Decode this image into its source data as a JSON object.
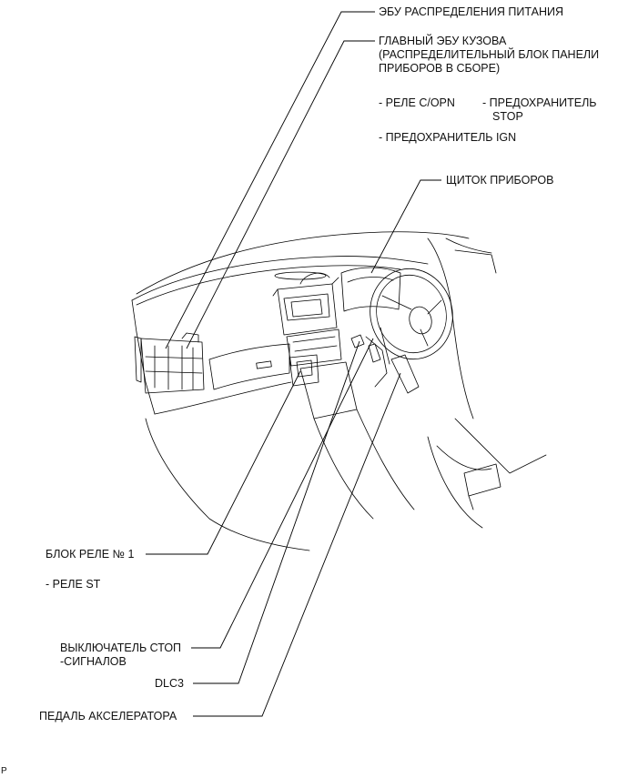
{
  "labels": {
    "power_dist_ecu": "ЭБУ РАСПРЕДЕЛЕНИЯ ПИТАНИЯ",
    "main_body_ecu_1": "ГЛАВНЫЙ ЭБУ КУЗОВА",
    "main_body_ecu_2": "(РАСПРЕДЕЛИТЕЛЬНЫЙ БЛОК ПАНЕЛИ",
    "main_body_ecu_3": "ПРИБОРОВ В СБОРЕ)",
    "relay_copn": "- РЕЛЕ C/OPN",
    "fuse_stop_1": "- ПРЕДОХРАНИТЕЛЬ",
    "fuse_stop_2": "STOP",
    "fuse_ign": "- ПРЕДОХРАНИТЕЛЬ IGN",
    "instrument_cluster": "ЩИТОК ПРИБОРОВ",
    "relay_block_1": "БЛОК РЕЛЕ № 1",
    "relay_st": "- РЕЛЕ ST",
    "stop_switch_1": "ВЫКЛЮЧАТЕЛЬ СТОП",
    "stop_switch_2": "-СИГНАЛОВ",
    "dlc3": "DLC3",
    "accel_pedal": "ПЕДАЛЬ АКСЕЛЕРАТОРА",
    "corner_mark": "P"
  }
}
